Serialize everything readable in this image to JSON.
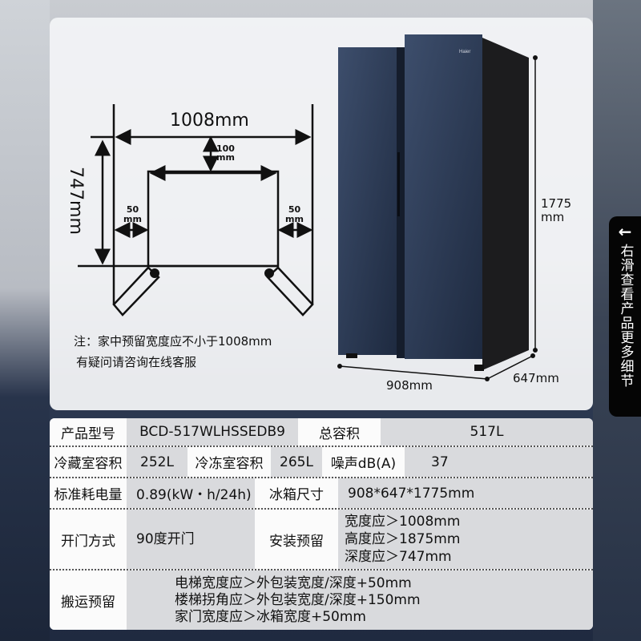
{
  "diagram": {
    "width_label": "1008mm",
    "depth_label": "747mm",
    "top_gap": [
      "100",
      "mm"
    ],
    "side_gap_left": [
      "50",
      "mm"
    ],
    "side_gap_right": [
      "50",
      "mm"
    ],
    "note_line1": "注：家中预留宽度应不小于1008mm",
    "note_line2": "有疑问请咨询在线客服"
  },
  "product": {
    "brand_logo": "Haier",
    "height_label": [
      "1775",
      "mm"
    ],
    "width_label": "908mm",
    "depth_label": "647mm"
  },
  "side_tab": {
    "arrow_icon": "arrow-left",
    "text": "右滑查看产品更多细节"
  },
  "specs": {
    "model_label": "产品型号",
    "model": "BCD-517WLHSSEDB9",
    "total_label": "总容积",
    "total": "517L",
    "fridge_label": "冷藏室容积",
    "fridge": "252L",
    "freezer_label": "冷冻室容积",
    "freezer": "265L",
    "noise_label": "噪声dB(A)",
    "noise": "37",
    "power_label": "标准耗电量",
    "power": "0.89(kW・h/24h)",
    "size_label": "冰箱尺寸",
    "size": "908*647*1775mm",
    "door_label": "开门方式",
    "door": "90度开门",
    "install_label": "安装预留",
    "install": [
      "宽度应＞1008mm",
      "高度应＞1875mm",
      "深度应＞747mm"
    ],
    "transport_label": "搬运预留",
    "transport": [
      "电梯宽度应＞外包装宽度/深度+50mm",
      "楼梯拐角应＞外包装宽度/深度+150mm",
      "家门宽度应＞冰箱宽度+50mm"
    ]
  },
  "colors": {
    "door": "#2b3a55",
    "side": "#1c1c1e"
  }
}
